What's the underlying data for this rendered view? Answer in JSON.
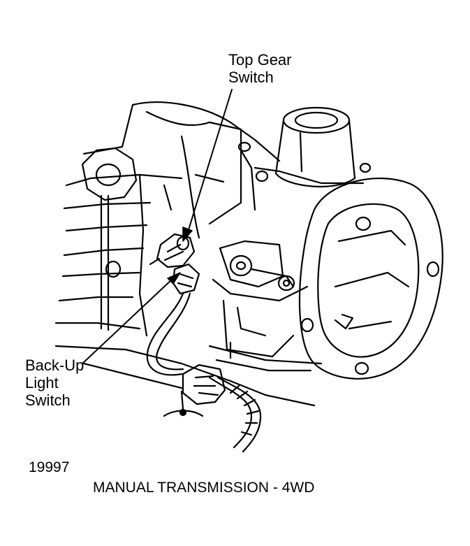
{
  "labels": {
    "top_gear_line1": "Top Gear",
    "top_gear_line2": "Switch",
    "backup_line1": "Back-Up",
    "backup_line2": "Light",
    "backup_line3": "Switch"
  },
  "figure_number": "19997",
  "caption": "MANUAL TRANSMISSION - 4WD"
}
